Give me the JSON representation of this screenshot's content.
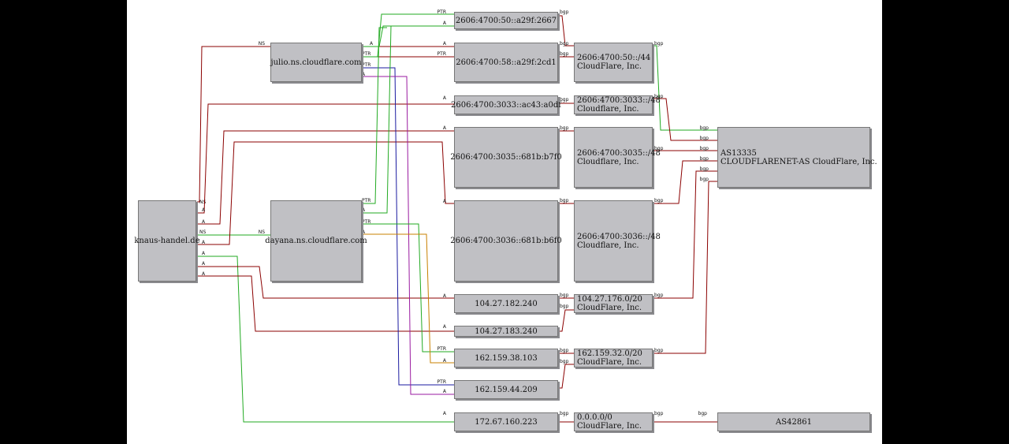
{
  "diagram": {
    "nodes": {
      "root": {
        "lines": [
          "knaus-handel.de"
        ]
      },
      "julio": {
        "lines": [
          "julio.ns.cloudflare.com"
        ]
      },
      "dayana": {
        "lines": [
          "dayana.ns.cloudflare.com"
        ]
      },
      "ip6_a29f2667": {
        "lines": [
          "2606:4700:50::a29f:2667"
        ]
      },
      "ip6_a29f2cd1": {
        "lines": [
          "2606:4700:58::a29f:2cd1"
        ]
      },
      "ip6_ac43a0df": {
        "lines": [
          "2606:4700:3033::ac43:a0df"
        ]
      },
      "ip6_681bb7f0": {
        "lines": [
          "2606:4700:3035::681b:b7f0"
        ]
      },
      "ip6_681bb6f0": {
        "lines": [
          "2606:4700:3036::681b:b6f0"
        ]
      },
      "ip4_182_240": {
        "lines": [
          "104.27.182.240"
        ]
      },
      "ip4_183_240": {
        "lines": [
          "104.27.183.240"
        ]
      },
      "ip4_38_103": {
        "lines": [
          "162.159.38.103"
        ]
      },
      "ip4_44_209": {
        "lines": [
          "162.159.44.209"
        ]
      },
      "ip4_160_223": {
        "lines": [
          "172.67.160.223"
        ]
      },
      "pfx_50_44": {
        "lines": [
          "2606:4700:50::/44",
          "CloudFlare, Inc."
        ]
      },
      "pfx_3033_48": {
        "lines": [
          "2606:4700:3033::/48",
          "Cloudflare, Inc."
        ]
      },
      "pfx_3035_48": {
        "lines": [
          "2606:4700:3035::/48",
          "Cloudflare, Inc."
        ]
      },
      "pfx_3036_48": {
        "lines": [
          "2606:4700:3036::/48",
          "Cloudflare, Inc."
        ]
      },
      "pfx_104_176_20": {
        "lines": [
          "104.27.176.0/20",
          "CloudFlare, Inc."
        ]
      },
      "pfx_162_32_20": {
        "lines": [
          "162.159.32.0/20",
          "CloudFlare, Inc."
        ]
      },
      "pfx_default": {
        "lines": [
          "0.0.0.0/0",
          "CloudFlare, Inc."
        ]
      },
      "as13335": {
        "lines": [
          "AS13335",
          "CLOUDFLARENET-AS CloudFlare, Inc."
        ]
      },
      "as42861": {
        "lines": [
          "AS42861"
        ]
      }
    },
    "edge_labels": {
      "ns": "NS",
      "a": "A",
      "ptr": "PTR",
      "bgp": "bgp"
    },
    "colors": {
      "background": "#000000",
      "canvas": "#ffffff",
      "node_fill": "#c0c0c4",
      "edge_red": "#8b0000",
      "edge_green": "#22aa22",
      "edge_blue": "#1a1aa0",
      "edge_purple": "#9a1aa0",
      "edge_orange": "#c88000"
    }
  }
}
